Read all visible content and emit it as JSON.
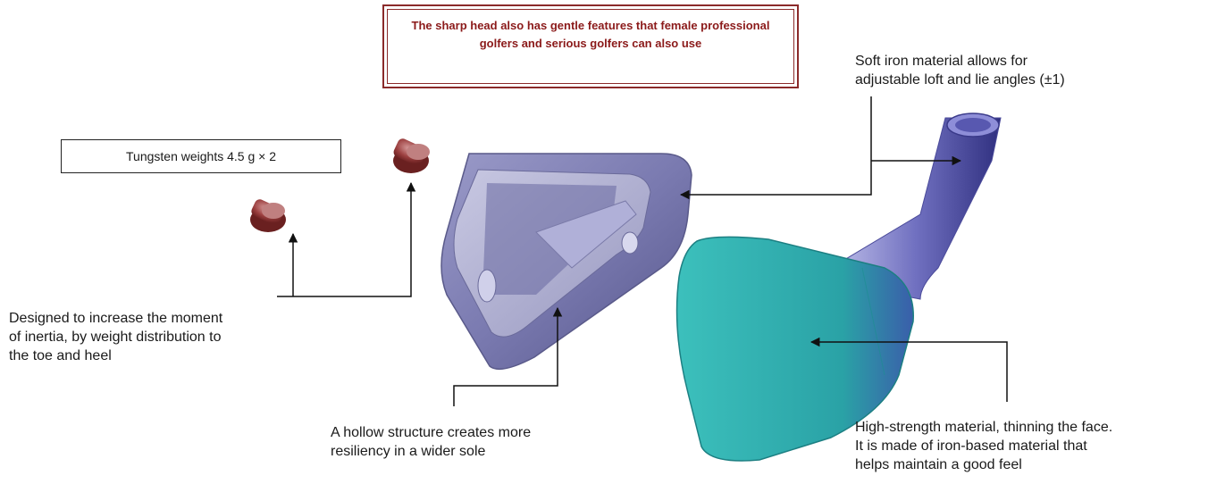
{
  "title": "The sharp head also has gentle features that female professional golfers and serious golfers can also use",
  "weights_label": "Tungsten weights 4.5 g × 2",
  "annotations": {
    "soft_iron": [
      "Soft iron material allows for",
      "adjustable loft and lie angles (±1)"
    ],
    "inertia": [
      "Designed to increase the moment",
      "of inertia, by weight distribution to",
      "the toe and heel"
    ],
    "hollow": [
      "A hollow structure creates more",
      "resiliency in a wider sole"
    ],
    "high_strength": [
      "High-strength material, thinning the face.",
      "It is made of iron-based material that",
      "helps maintain a good feel"
    ]
  },
  "colors": {
    "title_border": "#8b2a2a",
    "title_text": "#8b1a1a",
    "body_frame": "#7878a8",
    "face": "#2ea6a6",
    "hosel": "#4a4a9a",
    "weight": "#8b3a3a"
  }
}
